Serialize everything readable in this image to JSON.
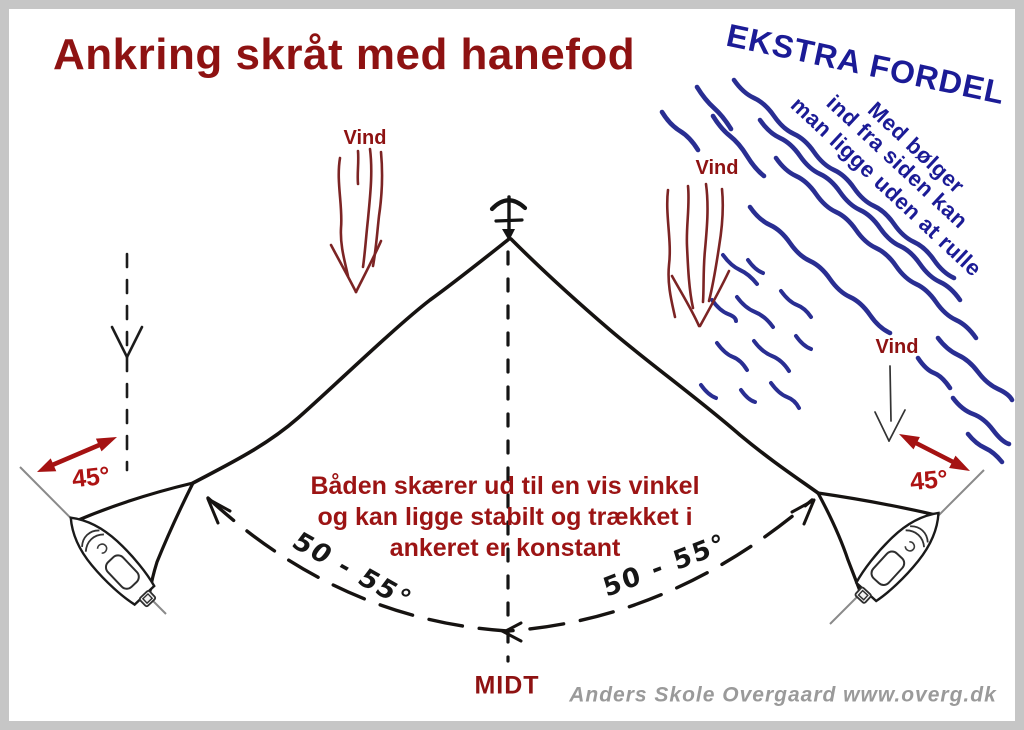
{
  "title": {
    "text": "Ankring skråt med hanefod"
  },
  "extra_advantage": {
    "heading": "EKSTRA FORDEL",
    "lines": [
      "Med bølger",
      "ind fra siden kan",
      "man ligge uden at rulle"
    ]
  },
  "wind_labels": {
    "center": "Vind",
    "upper_right": "Vind",
    "far_right": "Vind"
  },
  "angle_labels": {
    "left_45": "45°",
    "right_45": "45°",
    "arc_left": "50 - 55°",
    "arc_right": "50 - 55°"
  },
  "explanation": {
    "lines": [
      "Båden skærer ud til en vis vinkel",
      "og kan ligge stabilt og trækket i",
      "ankeret er konstant"
    ]
  },
  "bottom": {
    "midline_label": "MIDT",
    "attribution": "Anders Skole Overgaard www.overg.dk"
  },
  "icons": {
    "anchor": "anchor-sketch",
    "waves": "diagonal-wave-strokes",
    "wind_arrow": "downward-wind-arrow",
    "swing_arrow": "double-headed-red-arrow",
    "boat": "motorboat-top-view"
  },
  "colors": {
    "frame": "#c6c6c6",
    "background": "#ffffff",
    "title_red": "#8e1212",
    "body_red": "#9c1414",
    "wind_maroon": "#7c2424",
    "angle_red": "#ad1313",
    "arrow_red": "#a51212",
    "navy_text": "#1b1b96",
    "navy_waves": "#292e92",
    "ink": "#161311",
    "axis_gray": "#8a8a8a",
    "attribution_gray": "#9a9a9a"
  }
}
